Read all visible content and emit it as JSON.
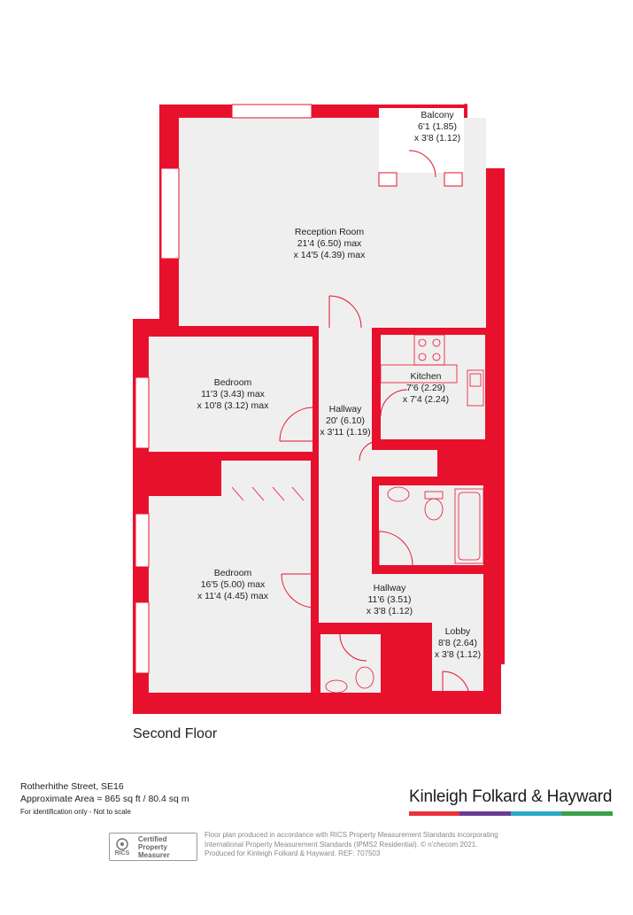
{
  "rooms": {
    "balcony": {
      "name": "Balcony",
      "dim1": "6'1 (1.85)",
      "dim2": "x 3'8 (1.12)"
    },
    "reception": {
      "name": "Reception Room",
      "dim1": "21'4 (6.50) max",
      "dim2": "x 14'5 (4.39) max"
    },
    "bedroom1": {
      "name": "Bedroom",
      "dim1": "11'3 (3.43) max",
      "dim2": "x 10'8 (3.12) max"
    },
    "kitchen": {
      "name": "Kitchen",
      "dim1": "7'6 (2.29)",
      "dim2": "x 7'4 (2.24)"
    },
    "hallway1": {
      "name": "Hallway",
      "dim1": "20' (6.10)",
      "dim2": "x 3'11 (1.19)"
    },
    "bedroom2": {
      "name": "Bedroom",
      "dim1": "16'5 (5.00) max",
      "dim2": "x 11'4 (4.45) max"
    },
    "hallway2": {
      "name": "Hallway",
      "dim1": "11'6 (3.51)",
      "dim2": "x 3'8 (1.12)"
    },
    "lobby": {
      "name": "Lobby",
      "dim1": "8'8 (2.64)",
      "dim2": "x 3'8 (1.12)"
    }
  },
  "floor_title": "Second Floor",
  "address": {
    "street": "Rotherhithe Street, SE16",
    "area": "Approximate Area = 865 sq ft / 80.4 sq m",
    "note": "For identification only - Not to scale"
  },
  "brand": {
    "name": "Kinleigh Folkard & Hayward",
    "bar_colors": [
      "#e8323c",
      "#6b3a96",
      "#2aa8c8",
      "#3aa048"
    ]
  },
  "rics": {
    "logo_text": "RICS",
    "cert_line1": "Certified",
    "cert_line2": "Property",
    "cert_line3": "Measurer"
  },
  "disclaimer": {
    "line1": "Floor plan produced in accordance with RICS Property Measurement Standards incorporating",
    "line2": "International Property Measurement Standards (IPMS2 Residential).  © n'checom 2021.",
    "line3": "Produced for Kinleigh Folkard & Hayward.   REF: 707503"
  },
  "colors": {
    "wall": "#e8112d",
    "floor": "#efefef"
  }
}
